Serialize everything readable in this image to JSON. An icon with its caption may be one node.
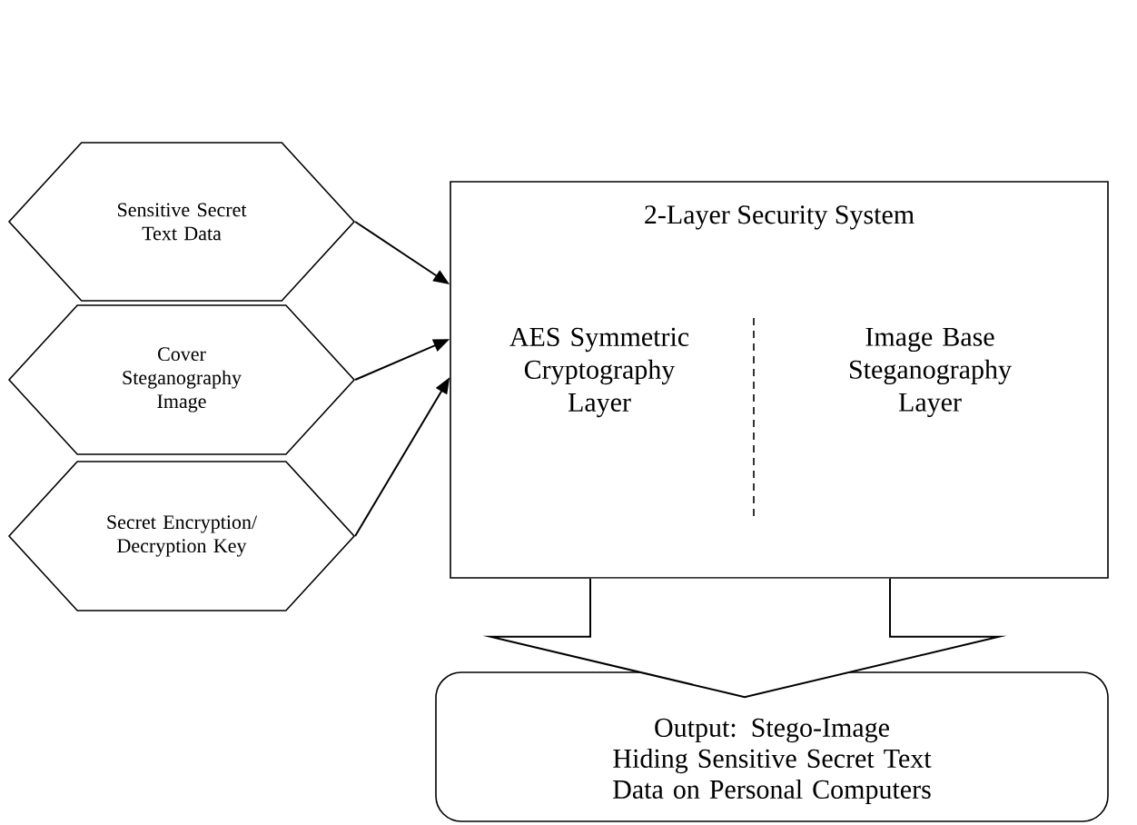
{
  "diagram": {
    "nodes": [
      {
        "text": [
          "Sensitive Secret Text Data"
        ]
      },
      {
        "text": [
          "Cover Steganography Image"
        ]
      },
      {
        "text": [
          "Secret Encryption/ Decryption Key"
        ]
      },
      {
        "text": [
          "2-Layer Security System"
        ]
      },
      {
        "text": [
          "AES Symmetric Cryptography Layer"
        ],
        "in": 3
      },
      {
        "text": [
          "Image Base Steganography Layer"
        ],
        "in": 3
      },
      {
        "text": [
          "Output: Stego-Image",
          "Hiding Sensitive Secret Text Data on Personal Computers"
        ]
      }
    ],
    "edges": [
      {
        "from": 0,
        "to": 3,
        "arrow": "to"
      },
      {
        "from": 1,
        "to": 3,
        "arrow": "to"
      },
      {
        "from": 2,
        "to": 3,
        "arrow": "to"
      },
      {
        "from": 3,
        "to": 6,
        "arrow": "to",
        "style": "thick"
      }
    ]
  }
}
